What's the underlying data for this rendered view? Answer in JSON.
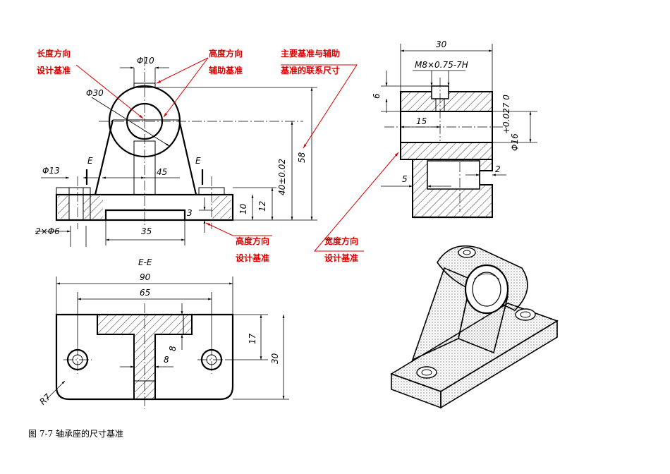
{
  "figure": {
    "caption": "图 7-7  轴承座的尺寸基准"
  },
  "annotations": {
    "length_design_datum": [
      "长度方向",
      "设计基准"
    ],
    "height_aux_datum": [
      "高度方向",
      "辅助基准"
    ],
    "main_aux_relation": [
      "主要基准与辅助",
      "基准的联系尺寸"
    ],
    "height_design_datum": [
      "高度方向",
      "设计基准"
    ],
    "width_design_datum": [
      "宽度方向",
      "设计基准"
    ]
  },
  "front_view": {
    "phi10": "Φ10",
    "phi30": "Φ30",
    "phi13": "Φ13",
    "holes": "2×Φ6",
    "d45": "45",
    "d35": "35",
    "d40": "40±0.02",
    "d58": "58",
    "d10": "10",
    "d12": "12",
    "d3": "3",
    "section_mark_left": "E",
    "section_mark_right": "E"
  },
  "side_view": {
    "d30": "30",
    "thread": "M8×0.75-7H",
    "d6": "6",
    "d15": "15",
    "bore": "Φ16",
    "bore_tol": "+0.027 0",
    "d5": "5",
    "d2": "2"
  },
  "section_view": {
    "title": "E-E",
    "d90": "90",
    "d65": "65",
    "d17": "17",
    "d30": "30",
    "d8a": "8",
    "d8b": "8",
    "r7": "R7"
  }
}
